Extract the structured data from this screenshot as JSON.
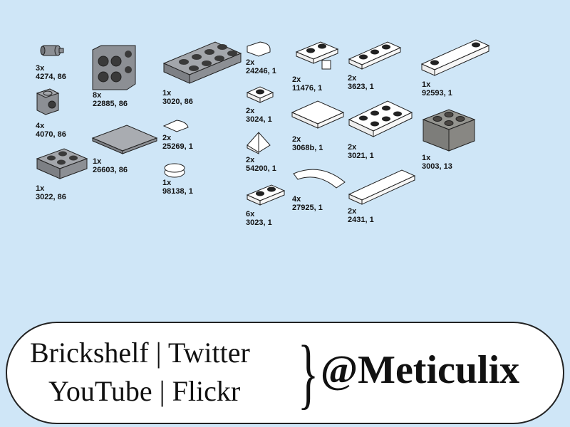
{
  "parts": [
    {
      "qty": "3x",
      "id": "4274, 86"
    },
    {
      "qty": "4x",
      "id": "4070, 86"
    },
    {
      "qty": "1x",
      "id": "3022, 86"
    },
    {
      "qty": "8x",
      "id": "22885, 86"
    },
    {
      "qty": "1x",
      "id": "26603, 86"
    },
    {
      "qty": "1x",
      "id": "3020, 86"
    },
    {
      "qty": "2x",
      "id": "25269, 1"
    },
    {
      "qty": "1x",
      "id": "98138, 1"
    },
    {
      "qty": "2x",
      "id": "24246, 1"
    },
    {
      "qty": "2x",
      "id": "3024, 1"
    },
    {
      "qty": "2x",
      "id": "54200, 1"
    },
    {
      "qty": "6x",
      "id": "3023, 1"
    },
    {
      "qty": "2x",
      "id": "11476, 1"
    },
    {
      "qty": "2x",
      "id": "3068b, 1"
    },
    {
      "qty": "4x",
      "id": "27925, 1"
    },
    {
      "qty": "2x",
      "id": "3623, 1"
    },
    {
      "qty": "2x",
      "id": "3021, 1"
    },
    {
      "qty": "2x",
      "id": "2431, 1"
    },
    {
      "qty": "1x",
      "id": "92593, 1"
    },
    {
      "qty": "1x",
      "id": "3003, 13"
    }
  ],
  "banner": {
    "line1": "Brickshelf | Twitter",
    "line2": "YouTube | Flickr",
    "brace": "}",
    "handle": "@Meticulix"
  },
  "colors": {
    "background": "#cfe6f7",
    "dark_gray": "#8c8f94",
    "white_brick": "#ffffff",
    "trans_black": "#6e6a64"
  }
}
